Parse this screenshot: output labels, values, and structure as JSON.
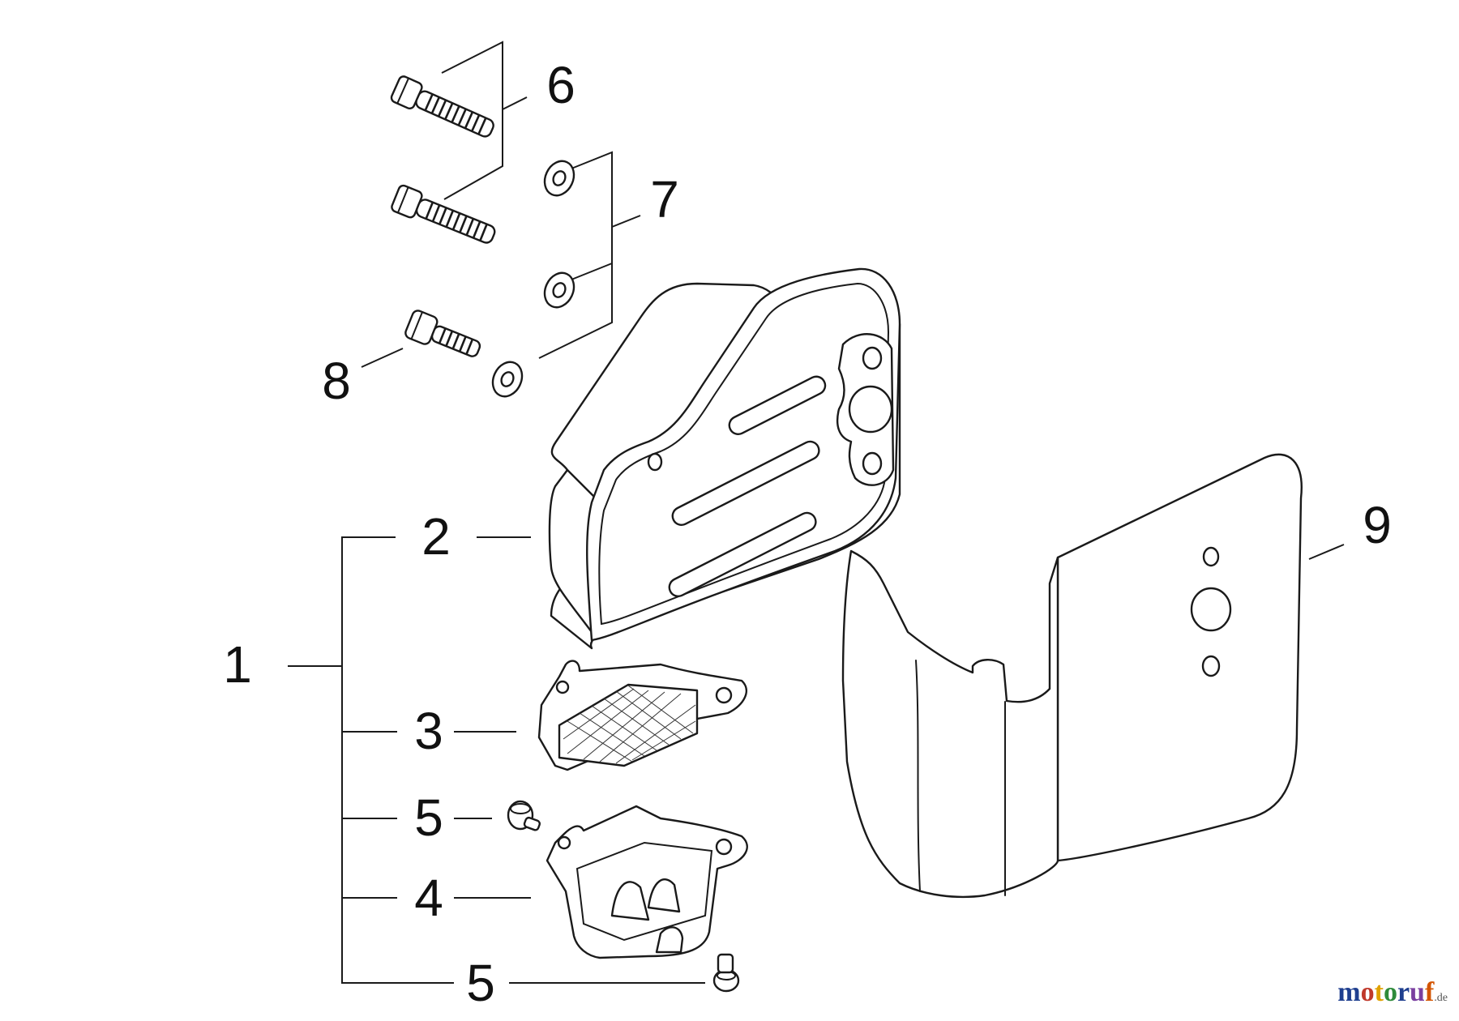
{
  "diagram": {
    "callouts": [
      {
        "id": "c1",
        "label": "1"
      },
      {
        "id": "c2",
        "label": "2"
      },
      {
        "id": "c3",
        "label": "3"
      },
      {
        "id": "c4",
        "label": "4"
      },
      {
        "id": "c5a",
        "label": "5"
      },
      {
        "id": "c5b",
        "label": "5"
      },
      {
        "id": "c6",
        "label": "6"
      },
      {
        "id": "c7",
        "label": "7"
      },
      {
        "id": "c8",
        "label": "8"
      },
      {
        "id": "c9",
        "label": "9"
      }
    ]
  },
  "watermark": {
    "letters": [
      "m",
      "o",
      "t",
      "o",
      "r",
      "u",
      "f"
    ],
    "letter_colors": [
      "#1f3f8f",
      "#c0392b",
      "#e0a100",
      "#2e8b3a",
      "#1f3f8f",
      "#7a3fa0",
      "#d35400"
    ],
    "suffix": ".de"
  }
}
